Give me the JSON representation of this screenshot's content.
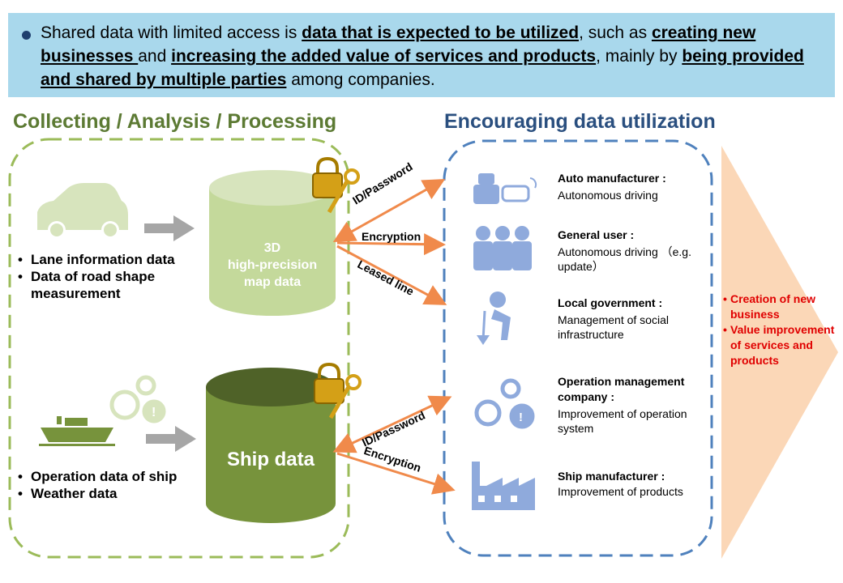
{
  "banner": {
    "p1": "Shared data with limited access is ",
    "u1": "data that is expected to be utilized",
    "p2": ", such as ",
    "u2": "creating new businesses ",
    "p3": "and ",
    "u3": "increasing the added value of services and products",
    "p4": ", mainly by ",
    "u4": "being provided and shared by multiple parties",
    "p5": " among companies."
  },
  "left": {
    "heading": "Collecting / Analysis / Processing",
    "bullets_top": [
      "Lane information data",
      "Data of road shape measurement"
    ],
    "bullets_bottom": [
      "Operation data of ship",
      "Weather data"
    ],
    "cylinder_top": [
      "3D",
      "high-precision",
      "map data"
    ],
    "cylinder_bottom": "Ship data"
  },
  "arrows": {
    "top": [
      "ID/Password",
      "Encryption",
      "Leased line"
    ],
    "bottom": [
      "ID/Password",
      "Encryption"
    ]
  },
  "right": {
    "heading": "Encouraging data utilization",
    "stakeholders": [
      {
        "title": "Auto manufacturer :",
        "desc": "Autonomous driving",
        "icon": "cars-icon"
      },
      {
        "title": "General user :",
        "desc": "Autonomous driving （e.g. update）",
        "icon": "people-icon"
      },
      {
        "title": "Local government :",
        "desc": "Management of social infrastructure",
        "icon": "worker-icon"
      },
      {
        "title": "Operation management company :",
        "desc": "Improvement of operation system",
        "icon": "gears-icon"
      },
      {
        "title": "Ship manufacturer :",
        "desc": "Improvement of products",
        "icon": "factory-icon"
      }
    ]
  },
  "outcomes": [
    "Creation of new business",
    "Value improvement of services and products"
  ],
  "colors": {
    "banner": "#a9d8ec",
    "green": "#5c7a33",
    "blue": "#2a4f7f",
    "arrow": "#f08a4b",
    "outcome": "#e00000",
    "panel": "#fbd7b7"
  }
}
